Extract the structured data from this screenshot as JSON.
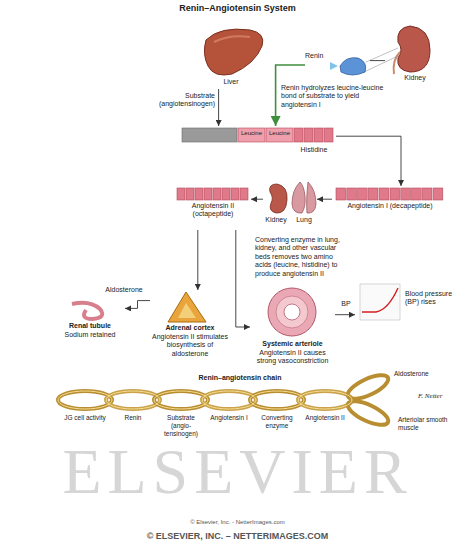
{
  "diagram": {
    "title": "Renin–Angiotensin System",
    "nodes": [
      {
        "text": [
          "Liver"
        ]
      },
      {
        "text": [
          "Kidney"
        ]
      },
      {
        "text": [
          "Renin"
        ]
      },
      {
        "text": [
          "Leucine",
          "Leucine",
          "Histidine"
        ]
      },
      {
        "text": [
          "Angiotensin I (decapeptide)"
        ]
      },
      {
        "text": [
          "Kidney",
          "Lung"
        ]
      },
      {
        "text": [
          "Angiotensin II (octapeptide)"
        ]
      },
      {
        "text": [
          "Adrenal cortex",
          "Angiotensin II stimulates biosynthesis of aldosterone"
        ]
      },
      {
        "text": [
          "Renal tubule",
          "Sodium retained"
        ]
      },
      {
        "text": [
          "Systemic arteriole",
          "Angiotensin II causes strong vasoconstriction"
        ]
      },
      {
        "text": [
          "Blood pressure (BP) rises"
        ]
      }
    ],
    "edges": [
      {
        "from": 0,
        "to": 3,
        "label": "Substrate (angiotensinogen)",
        "arrow": "to"
      },
      {
        "from": 1,
        "to": 2,
        "arrow": "none"
      },
      {
        "from": 2,
        "to": 3,
        "arrow": "to"
      },
      {
        "from": 3,
        "to": 4,
        "arrow": "to"
      },
      {
        "from": 4,
        "to": 5,
        "arrow": "to"
      },
      {
        "from": 5,
        "to": 6,
        "arrow": "to"
      },
      {
        "from": 6,
        "to": 7,
        "arrow": "to"
      },
      {
        "from": 6,
        "to": 9,
        "arrow": "to"
      },
      {
        "from": 7,
        "to": 8,
        "label": "Aldosterone",
        "arrow": "to"
      },
      {
        "from": 9,
        "to": 10,
        "label": "BP",
        "arrow": "to"
      }
    ],
    "labels": [
      "Renin hydrolyzes leucine-leucine bond of substrate to yield angiotensin I",
      "Converting enzyme in lung, kidney, and other vascular beds removes two amino acids (leucine, histidine) to produce angiotensin II",
      "Renin–angiotensin chain",
      "Aldosterone",
      "JG cell activity",
      "Renin",
      "Substrate (angio- tensinogen)",
      "Angiotensin I",
      "Converting enzyme",
      "Angiotensin II",
      "Arteriolar smooth muscle",
      "F. Netter",
      "ELSEVIER",
      "© Elsevier, Inc. - NetterImages.com",
      "© ELSEVIER, INC. – NETTERIMAGES.COM"
    ]
  }
}
